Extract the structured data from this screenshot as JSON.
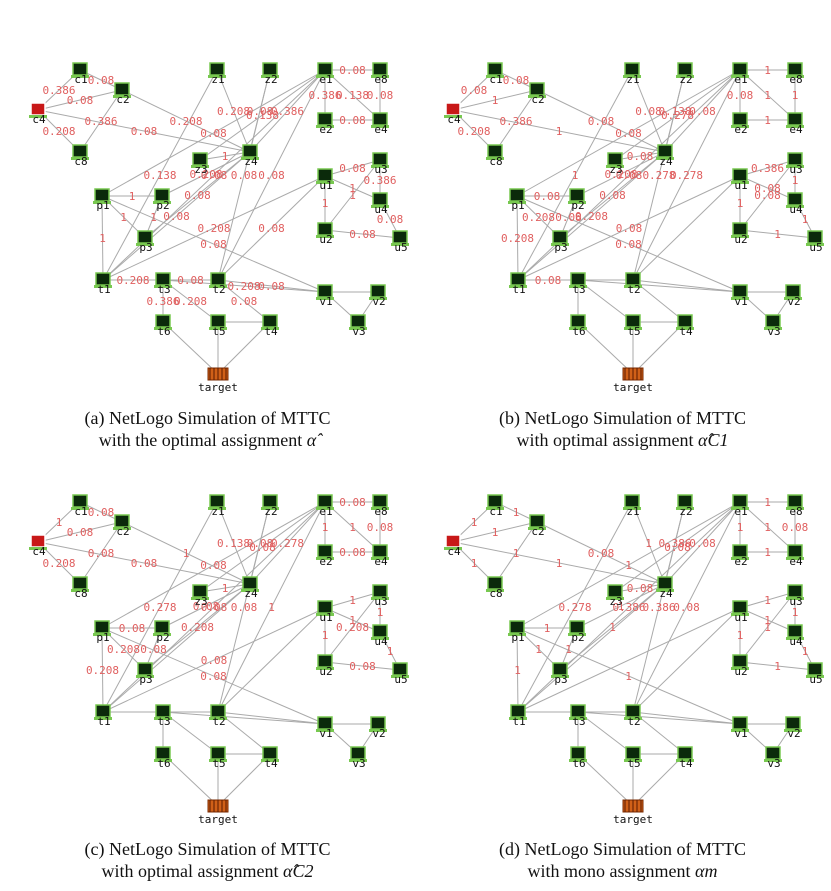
{
  "panels": [
    {
      "id": "a",
      "caption_line1": "(a) NetLogo Simulation of MTTC",
      "caption_line2_prefix": "with the optimal assignment",
      "caption_math": "α̂",
      "edge_labels": [
        "0.386",
        "0.08",
        "0.208",
        "0.08",
        "0.386",
        "0.208",
        "0.08",
        "0.208",
        "0.08",
        "1",
        "0.138",
        "0.08",
        "0.386",
        "0.138",
        "0.08",
        "0.08",
        "0.08",
        "0.08",
        "0.386",
        "0.138",
        "0.08",
        "0.08",
        "0.08",
        "1",
        "1",
        "0.386",
        "0.08",
        "0.08",
        "1",
        "1",
        "1",
        "1",
        "1",
        "0.08",
        "0.208",
        "0.08",
        "0.208",
        "0.08",
        "0.208",
        "0.08",
        "0.08",
        "0.208",
        "0.08",
        "0.386",
        "0.208",
        "0.08"
      ]
    },
    {
      "id": "b",
      "caption_line1": "(b) NetLogo Simulation of MTTC",
      "caption_line2_prefix": "with optimal assignment",
      "caption_math": "α̂C1",
      "edge_labels": [
        "0.08",
        "1",
        "0.208",
        "0.08",
        "0.386",
        "0.08",
        "1",
        "0.08",
        "0.138",
        "0.08",
        "1",
        "0.278",
        "0.08",
        "0.278",
        "0.08",
        "0.08",
        "0.278",
        "1",
        "0.08",
        "1",
        "1",
        "1",
        "0.386",
        "0.08",
        "1",
        "1",
        "1",
        "1",
        "0.08",
        "0.08",
        "0.208",
        "0.08",
        "0.208",
        "0.08",
        "0.208",
        "0.08",
        "0.08",
        "0.208",
        "0.08"
      ]
    },
    {
      "id": "c",
      "caption_line1": "(c) NetLogo Simulation of MTTC",
      "caption_line2_prefix": "with optimal assignment",
      "caption_math": "α̂C2",
      "edge_labels": [
        "1",
        "0.08",
        "0.208",
        "0.08",
        "0.08",
        "1",
        "0.08",
        "0.138",
        "0.08",
        "1",
        "0.278",
        "0.08",
        "0.278",
        "0.08",
        "0.08",
        "0.08",
        "1",
        "0.08",
        "1",
        "1",
        "0.08",
        "0.08",
        "1",
        "1",
        "1",
        "1",
        "1",
        "0.08",
        "0.208",
        "0.08",
        "0.208",
        "0.08",
        "0.208",
        "0.08",
        "0.08",
        "0.208",
        "0.08"
      ]
    },
    {
      "id": "d",
      "caption_line1": "(d) NetLogo Simulation of MTTC",
      "caption_line2_prefix": "with mono assignment",
      "caption_math": "αm",
      "edge_labels": [
        "1",
        "1",
        "1",
        "1",
        "1",
        "0.08",
        "1",
        "1",
        "0.386",
        "0.08",
        "0.278",
        "0.386",
        "0.08",
        "0.08",
        "1",
        "0.386",
        "0.08",
        "1",
        "1",
        "1",
        "0.08",
        "1",
        "1",
        "1",
        "1",
        "1",
        "1",
        "1",
        "1",
        "1",
        "1",
        "1",
        "1",
        "1",
        "1",
        "1"
      ]
    }
  ],
  "node_labels": [
    "c1",
    "c2",
    "c4",
    "c8",
    "z1",
    "z2",
    "z3",
    "z4",
    "e1",
    "e8",
    "e2",
    "e4",
    "u1",
    "u2",
    "u3",
    "u4",
    "u5",
    "p1",
    "p2",
    "p3",
    "t1",
    "t2",
    "t3",
    "t4",
    "t5",
    "t6",
    "v1",
    "v2",
    "v3"
  ],
  "target_label": "target",
  "colors": {
    "node_fill": "#0b2a0b",
    "node_border": "#78c850",
    "edge": "#aaaaaa",
    "edge_label": "#e06060",
    "target": "#d06018",
    "source": "#c81818"
  }
}
